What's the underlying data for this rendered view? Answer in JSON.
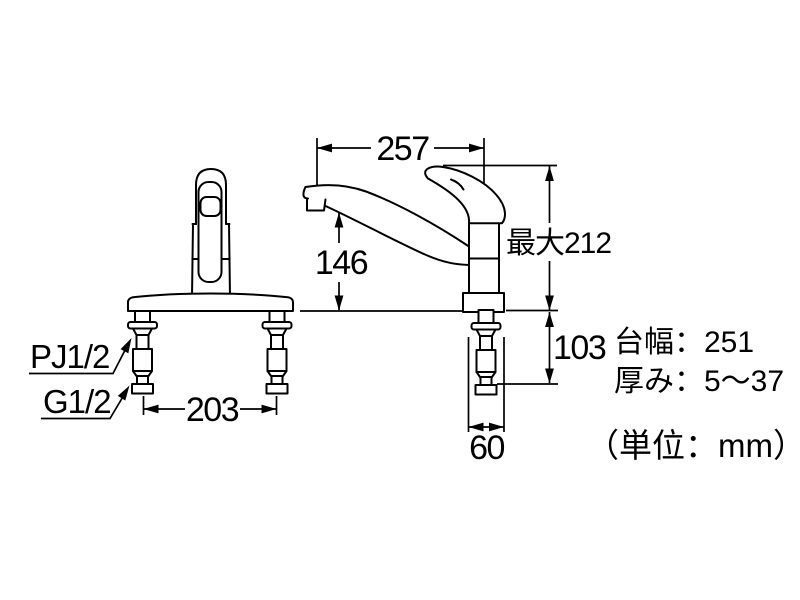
{
  "page": {
    "background_color": "#ffffff",
    "line_color": "#000000"
  },
  "front_view": {
    "thread_label_upper": "PJ1/2",
    "thread_label_lower": "G1/2",
    "dim_hole_pitch": "203"
  },
  "side_view": {
    "dim_spout_reach": "257",
    "dim_spout_height": "146",
    "dim_max_height": "最大212",
    "dim_under_counter": "103",
    "dim_base_depth": "60"
  },
  "notes": {
    "base_width": "台幅：251",
    "thickness": "厚み：5～37",
    "unit": "（単位：mm）"
  }
}
